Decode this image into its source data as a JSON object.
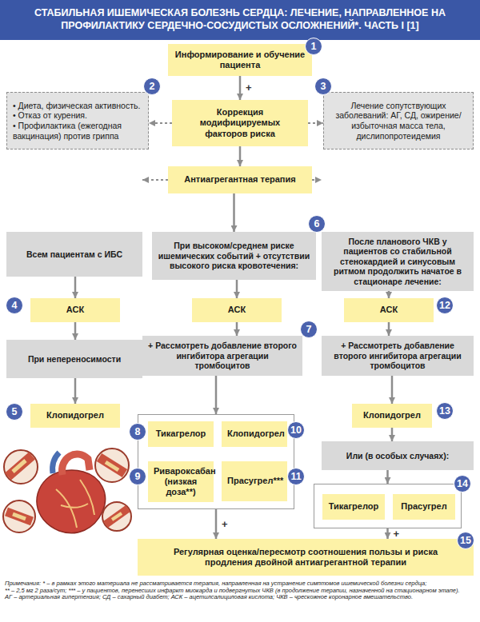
{
  "diagram": {
    "title": "СТАБИЛЬНАЯ ИШЕМИЧЕСКАЯ БОЛЕЗНЬ СЕРДЦА: ЛЕЧЕНИЕ, НАПРАВЛЕННОЕ НА ПРОФИЛАКТИКУ СЕРДЕЧНО-СОСУДИСТЫХ ОСЛОЖНЕНИЙ*. ЧАСТЬ I [1]",
    "nodes": [
      {
        "text": [
          "Информирование и обучение пациента"
        ]
      },
      {
        "text": [
          "• Диета, физическая активность.",
          "• Отказ от курения.",
          "• Профилактика (ежегодная вакцинация) против гриппа"
        ]
      },
      {
        "text": [
          "Коррекция модифицируемых факторов риска"
        ]
      },
      {
        "text": [
          "Лечение сопутствующих заболеваний: АГ, СД, ожирение/избыточная масса тела, дислипопротеидемия"
        ]
      },
      {
        "text": [
          "Антиагрегантная терапия"
        ]
      },
      {
        "text": [
          "Всем пациентам с ИБС"
        ]
      },
      {
        "text": [
          "При высоком/среднем риске ишемических событий + отсутствии высокого риска кровотечения:"
        ]
      },
      {
        "text": [
          "После планового ЧКВ у пациентов со стабильной стенокардией и синусовым ритмом продолжить начатое в стационаре лечение:"
        ]
      },
      {
        "text": [
          "АСК"
        ]
      },
      {
        "text": [
          "АСК"
        ]
      },
      {
        "text": [
          "АСК"
        ]
      },
      {
        "text": [
          "При непереносимости"
        ]
      },
      {
        "text": [
          "+ Рассмотреть добавление второго ингибитора агрегации тромбоцитов"
        ]
      },
      {
        "text": [
          "+ Рассмотреть добавление второго ингибитора агрегации тромбоцитов"
        ]
      },
      {
        "text": [
          "Клопидогрел"
        ]
      },
      {
        "text": []
      },
      {
        "text": [
          "Тикагрелор"
        ],
        "in": 15
      },
      {
        "text": [
          "Клопидогрел"
        ],
        "in": 15
      },
      {
        "text": [
          "Ривароксабан (низкая доза**)"
        ],
        "in": 15
      },
      {
        "text": [
          "Прасугрел***"
        ],
        "in": 15
      },
      {
        "text": [
          "Клопидогрел"
        ]
      },
      {
        "text": [
          "Или (в особых случаях):"
        ]
      },
      {
        "text": []
      },
      {
        "text": [
          "Тикагрелор"
        ],
        "in": 22
      },
      {
        "text": [
          "Прасугрел"
        ],
        "in": 22
      },
      {
        "text": [
          "Регулярная оценка/пересмотр соотношения пользы и риска продления двойной антиагрегантной терапии"
        ]
      }
    ],
    "edges": [
      {
        "from": 0,
        "to": 2,
        "arrow": "to",
        "label": "+"
      },
      {
        "from": 2,
        "to": 1,
        "arrow": "to"
      },
      {
        "from": 2,
        "to": 3,
        "arrow": "to"
      },
      {
        "from": 2,
        "to": 4,
        "arrow": "to"
      },
      {
        "from": 4,
        "to": 5,
        "arrow": "to"
      },
      {
        "from": 4,
        "to": 6,
        "arrow": "to"
      },
      {
        "from": 4,
        "to": 7,
        "arrow": "to"
      },
      {
        "from": 5,
        "to": 8,
        "arrow": "to"
      },
      {
        "from": 6,
        "to": 9,
        "arrow": "to"
      },
      {
        "from": 7,
        "to": 10,
        "arrow": "to"
      },
      {
        "from": 8,
        "to": 11,
        "arrow": "to"
      },
      {
        "from": 9,
        "to": 12,
        "arrow": "to"
      },
      {
        "from": 10,
        "to": 13,
        "arrow": "to"
      },
      {
        "from": 11,
        "to": 14,
        "arrow": "to"
      },
      {
        "from": 12,
        "to": 15,
        "arrow": "to"
      },
      {
        "from": 13,
        "to": 20,
        "arrow": "to"
      },
      {
        "from": 20,
        "to": 21,
        "arrow": "to"
      },
      {
        "from": 21,
        "to": 22,
        "arrow": "to"
      },
      {
        "from": 15,
        "to": 25,
        "arrow": "to",
        "label": "+"
      },
      {
        "from": 22,
        "to": 25,
        "arrow": "to",
        "label": "+"
      }
    ],
    "labels": [
      "1",
      "2",
      "3",
      "4",
      "5",
      "6",
      "7",
      "8",
      "9",
      "10",
      "11",
      "12",
      "13",
      "14",
      "15",
      "Примечания: * – в рамках этого материала не рассматривается терапия, направленная на устранение симптомов ишемической болезни сердца;",
      "** – 2,5 мг 2 раза/сут; *** – у пациентов, перенесших инфаркт миокарда и подвергнутых ЧКВ (в продолжение терапии, назначенной на стационарном этапе).",
      "АГ – артериальная гипертензия; СД – сахарный диабет; АСК – ацетилсалициловая кислота; ЧКВ – чрескожное коронарное вмешательство."
    ]
  }
}
